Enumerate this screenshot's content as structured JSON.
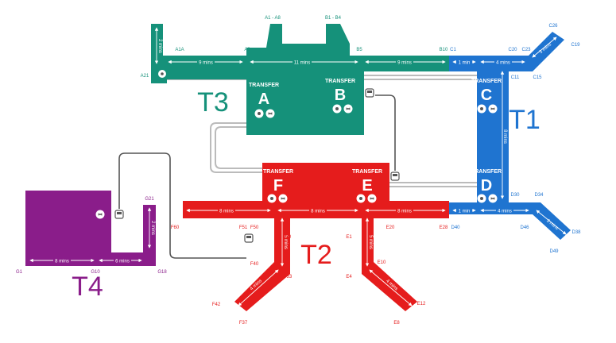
{
  "colors": {
    "t3": "#15917a",
    "t1": "#1f74d0",
    "t2": "#e51c1c",
    "t4": "#8a1d8a",
    "connector": "#555555",
    "text_on_fill": "#ffffff"
  },
  "terminals": {
    "t1": "T1",
    "t2": "T2",
    "t3": "T3",
    "t4": "T4"
  },
  "transfers": {
    "label": "TRANSFER",
    "a": "A",
    "b": "B",
    "c": "C",
    "d": "D",
    "e": "E",
    "f": "F"
  },
  "gates": {
    "a1_a8": "A1 - A8",
    "b1_b4": "B1 - B4",
    "a1a": "A1A",
    "a9": "A9",
    "b5": "B5",
    "b10": "B10",
    "c1": "C1",
    "a21": "A21",
    "c20": "C20",
    "c23": "C23",
    "c26": "C26",
    "c19": "C19",
    "c11": "C11",
    "c15": "C15",
    "d30": "D30",
    "d34": "D34",
    "d46": "D46",
    "d38": "D38",
    "d49": "D49",
    "d40": "D40",
    "e28": "E28",
    "e20": "E20",
    "e1": "E1",
    "e10": "E10",
    "e4": "E4",
    "e12": "E12",
    "e8": "E8",
    "f60": "F60",
    "f51": "F51",
    "f50": "F50",
    "f30": "F30",
    "f40": "F40",
    "f33": "F33",
    "f42": "F42",
    "f37": "F37",
    "g21": "G21",
    "g1": "G1",
    "g10": "G10",
    "g18": "G18"
  },
  "walk_times": {
    "t3_a21_a9": "9 mins",
    "t3_a9_b5": "11 mins",
    "t3_b5_b10": "9 mins",
    "t3_left_vertical": "2 mins",
    "t1_c1_c20": "1 min",
    "t1_c20_c23": "4 mins",
    "t1_c23_c26": "3 mins",
    "t1_vertical": "8 mins",
    "t1_d40_d46": "1 min",
    "t1_d46_d34": "4 mins",
    "t1_d34_d38": "3 mins",
    "t2_f60_f51": "8 mins",
    "t2_f30_e1": "8 mins",
    "t2_e20_e28": "8 mins",
    "t2_f_vertical": "5 mins",
    "t2_e_vertical": "5 mins",
    "t2_f_diagonal": "4 mins",
    "t2_e_diagonal": "4 mins",
    "t4_g1_g10": "8 mins",
    "t4_g10_g18": "6 mins",
    "t4_vertical": "2 mins"
  },
  "icons": {
    "immigration": "immigration-icon",
    "transit_hotel": "transit-icon",
    "skytrain": "skytrain-icon"
  }
}
